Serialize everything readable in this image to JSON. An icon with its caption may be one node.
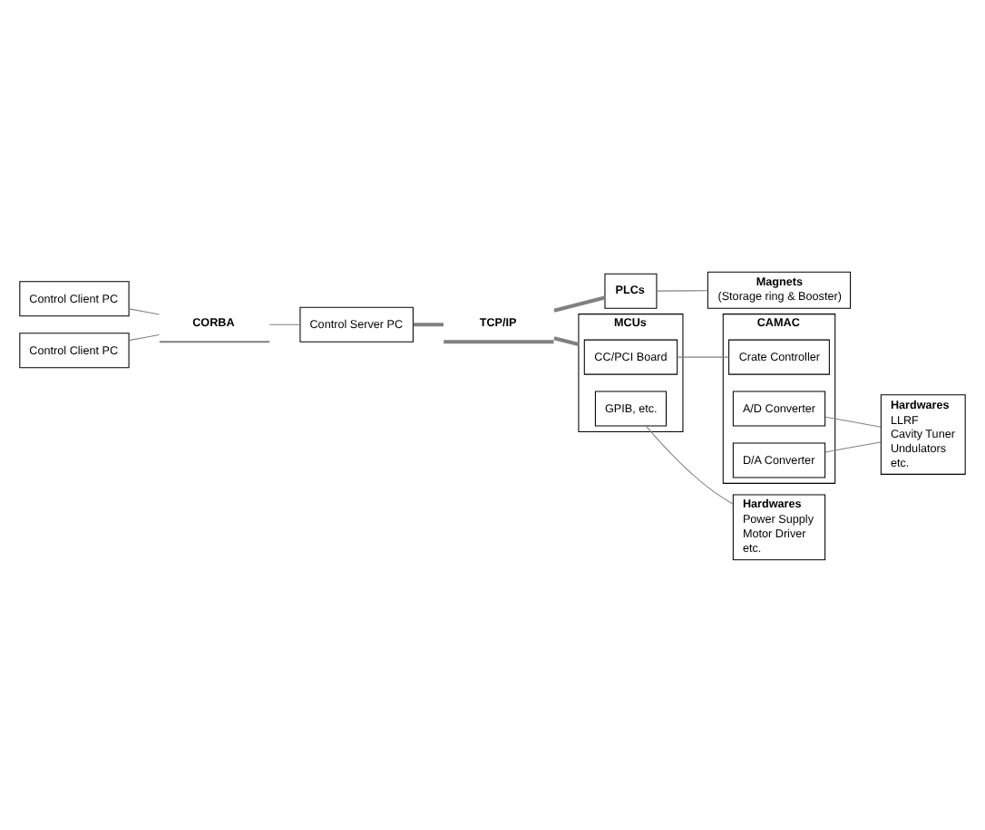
{
  "diagram": {
    "nodes": [
      {
        "text": [
          "Control Client PC"
        ]
      },
      {
        "text": [
          "Control Client PC"
        ]
      },
      {
        "text": [
          "CORBA"
        ]
      },
      {
        "text": [
          "Control Server PC"
        ]
      },
      {
        "text": [
          "TCP/IP"
        ]
      },
      {
        "text": [
          "PLCs"
        ]
      },
      {
        "text": [
          "Magnets",
          "(Storage ring & Booster)"
        ]
      },
      {
        "text": [
          "MCUs"
        ]
      },
      {
        "text": [
          "CC/PCI Board"
        ],
        "in": 7
      },
      {
        "text": [
          "GPIB, etc."
        ],
        "in": 7
      },
      {
        "text": [
          "CAMAC"
        ]
      },
      {
        "text": [
          "Crate Controller"
        ],
        "in": 10
      },
      {
        "text": [
          "A/D Converter"
        ],
        "in": 10
      },
      {
        "text": [
          "D/A Converter"
        ],
        "in": 10
      },
      {
        "text": [
          "Hardwares",
          "LLRF",
          "Cavity Tuner",
          "Undulators",
          "etc."
        ]
      },
      {
        "text": [
          "Hardwares",
          "Power Supply",
          "Motor Driver",
          "etc."
        ]
      }
    ],
    "edges": [
      {
        "from": 0,
        "to": 2,
        "arrow": "none"
      },
      {
        "from": 1,
        "to": 2,
        "arrow": "none"
      },
      {
        "from": 2,
        "to": 3,
        "arrow": "none"
      },
      {
        "from": 3,
        "to": 4,
        "arrow": "none",
        "style": "thick"
      },
      {
        "from": 4,
        "to": 5,
        "arrow": "none",
        "style": "thick"
      },
      {
        "from": 4,
        "to": 7,
        "arrow": "none",
        "style": "thick"
      },
      {
        "from": 5,
        "to": 6,
        "arrow": "none"
      },
      {
        "from": 8,
        "to": 11,
        "arrow": "none"
      },
      {
        "from": 12,
        "to": 14,
        "arrow": "none"
      },
      {
        "from": 13,
        "to": 14,
        "arrow": "none"
      },
      {
        "from": 9,
        "to": 15,
        "arrow": "none"
      }
    ]
  }
}
